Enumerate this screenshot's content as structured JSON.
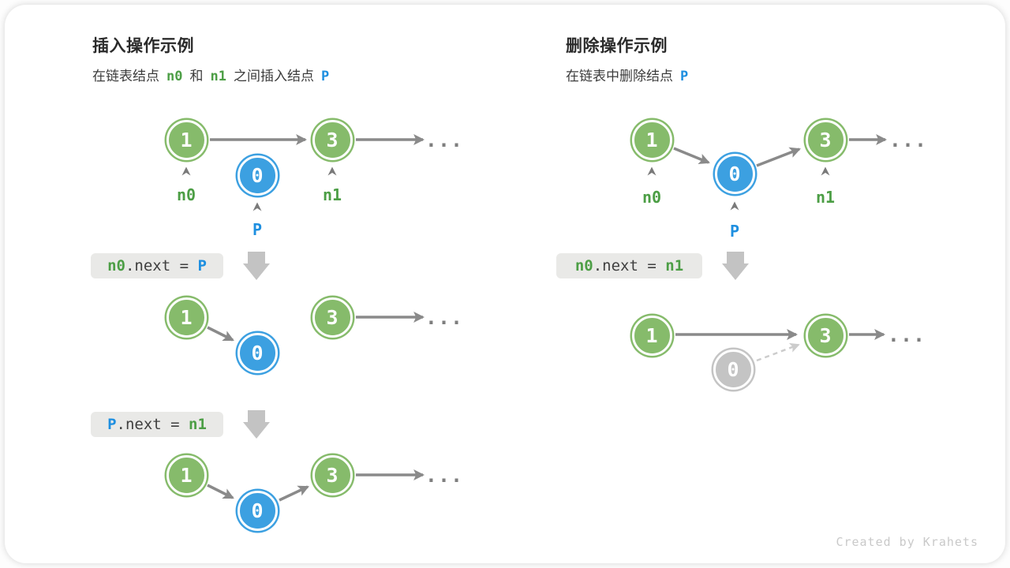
{
  "titles": {
    "left": "插入操作示例",
    "right": "删除操作示例"
  },
  "subtitles": {
    "left": {
      "t1": "在链表结点",
      "n0": "n0",
      "t2": "和",
      "n1": "n1",
      "t3": "之间插入结点",
      "p": "P"
    },
    "right": {
      "t1": "在链表中删除结点",
      "p": "P"
    }
  },
  "nodes": {
    "one": "1",
    "zero": "0",
    "three": "3"
  },
  "pointer_labels": {
    "n0": "n0",
    "p": "P",
    "n1": "n1"
  },
  "ellipsis": "...",
  "code_boxes": {
    "insert_step1": {
      "lhs": "n0",
      "mid": ".next = ",
      "rhs": "P"
    },
    "insert_step2": {
      "lhs": "P",
      "mid": ".next = ",
      "rhs": "n1"
    },
    "delete_step": {
      "lhs": "n0",
      "mid": ".next = ",
      "rhs": "n1"
    }
  },
  "colors": {
    "node_green": "#86bb6b",
    "node_blue": "#3ca0e1",
    "node_gray": "#c4c4c4",
    "label_green": "#4c9e45",
    "label_blue": "#1e8fe0",
    "arrow": "#8a8a8a",
    "dashed_arrow": "#cccccc",
    "code_bg": "#e9e9e7",
    "block_arrow": "#c3c3c3"
  },
  "credit": "Created by Krahets"
}
